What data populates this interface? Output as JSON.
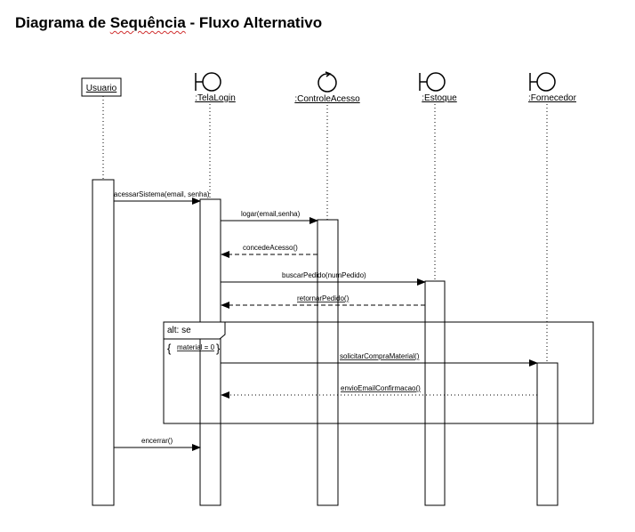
{
  "title": {
    "part1": "Diagrama de ",
    "part2": "Sequência",
    "part3": " - Fluxo Alternativo"
  },
  "lifelines": [
    {
      "name": "Usuario",
      "kind": "actor-box"
    },
    {
      "name": ":TelaLogin",
      "kind": "boundary"
    },
    {
      "name": ":ControleAcesso",
      "kind": "control"
    },
    {
      "name": ":Estoque",
      "kind": "boundary"
    },
    {
      "name": ":Fornecedor",
      "kind": "boundary"
    }
  ],
  "messages": [
    {
      "label": "acessarSistema(email, senha)",
      "from": "Usuario",
      "to": ":TelaLogin",
      "style": "sync"
    },
    {
      "label": "logar(email,senha)",
      "from": ":TelaLogin",
      "to": ":ControleAcesso",
      "style": "sync"
    },
    {
      "label": "concedeAcesso()",
      "from": ":ControleAcesso",
      "to": ":TelaLogin",
      "style": "return-dashed"
    },
    {
      "label": "buscarPedido(numPedido)",
      "from": ":TelaLogin",
      "to": ":Estoque",
      "style": "sync"
    },
    {
      "label": "retornarPedido()",
      "from": ":Estoque",
      "to": ":TelaLogin",
      "style": "return-dashed"
    },
    {
      "label": "solicitarCompraMaterial()",
      "from": ":TelaLogin",
      "to": ":Fornecedor",
      "style": "sync"
    },
    {
      "label": "envioEmailConfirmacao()",
      "from": ":Fornecedor",
      "to": ":TelaLogin",
      "style": "return-dotted"
    },
    {
      "label": "encerrar()",
      "from": "Usuario",
      "to": ":TelaLogin",
      "style": "sync"
    }
  ],
  "fragment": {
    "operator": "alt: se",
    "guard": "material = 0",
    "guard_open": "{",
    "guard_close": "}"
  }
}
